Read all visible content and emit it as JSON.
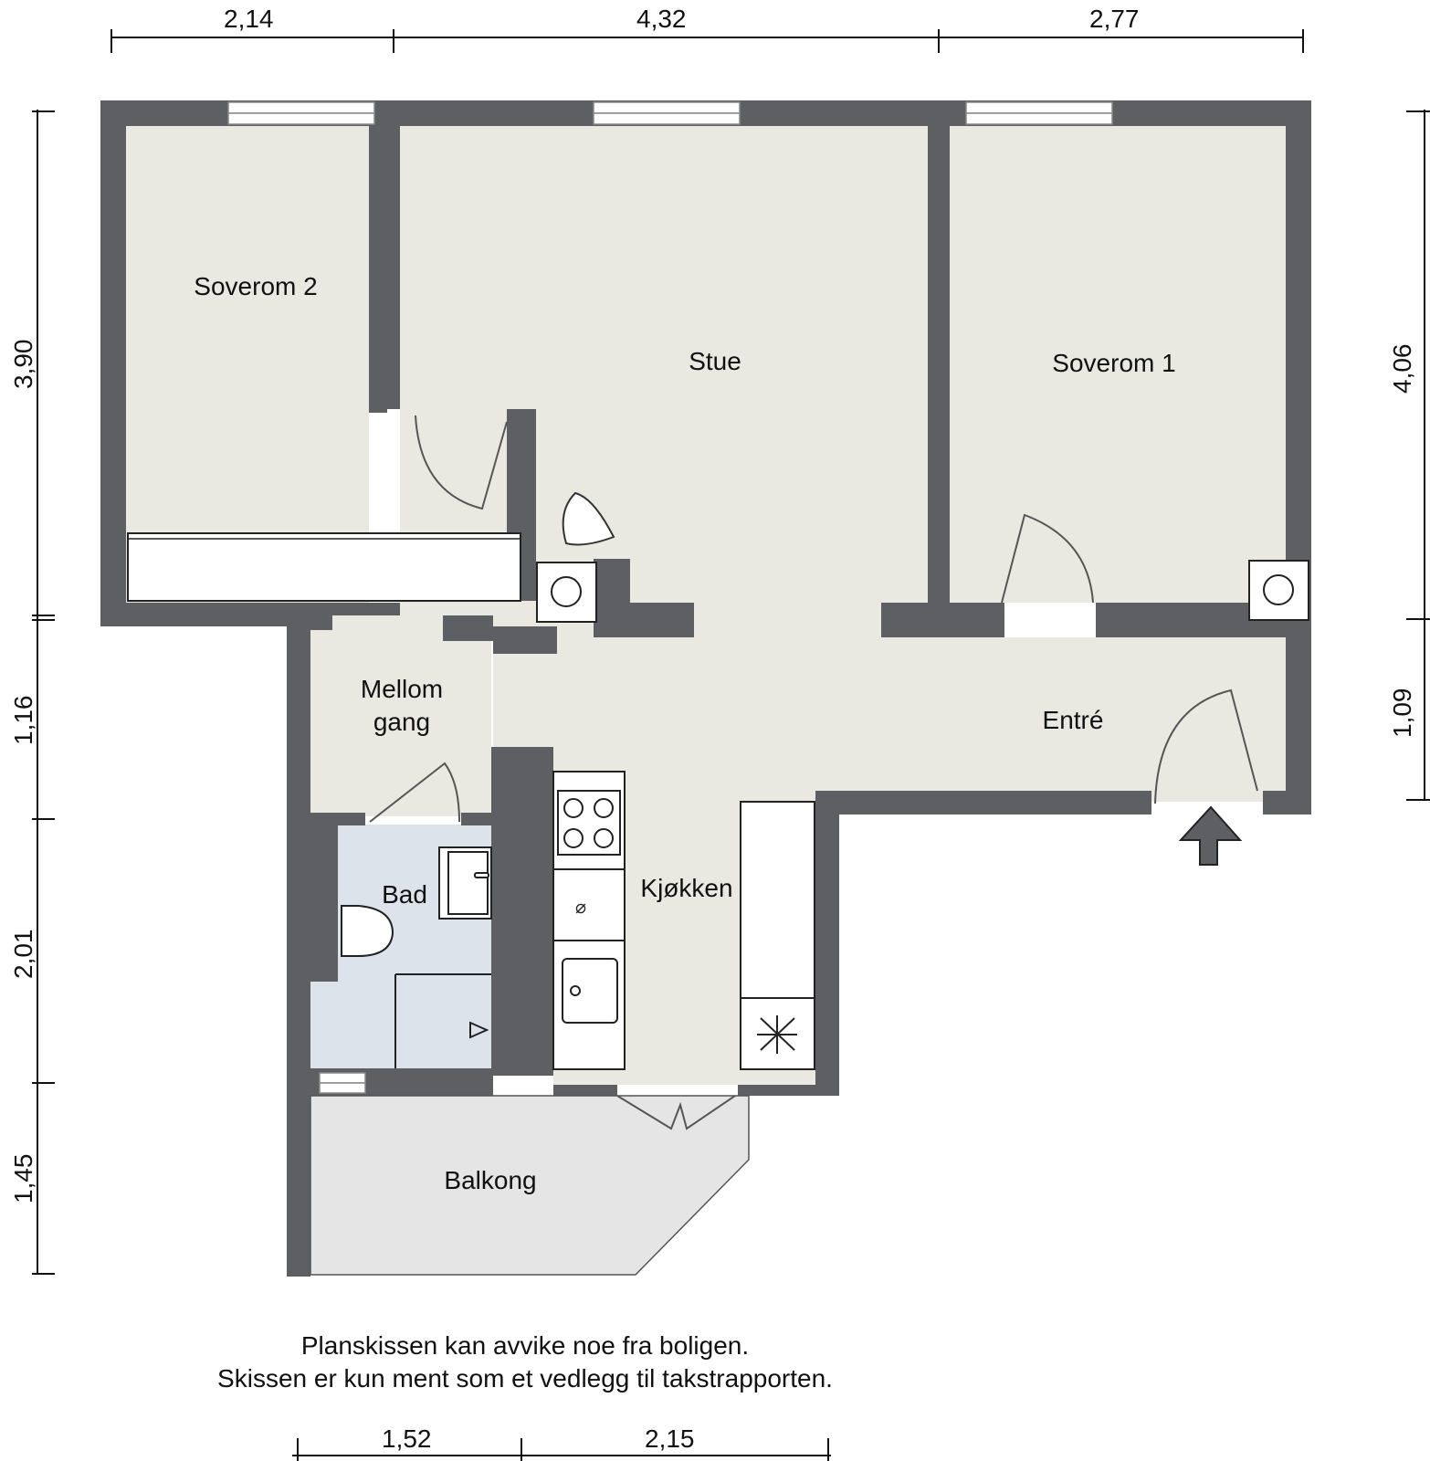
{
  "colors": {
    "wall": "#5d5f63",
    "floor": "#e9e9e2",
    "bath_floor": "#dde3ea",
    "balcony_floor": "#e5e5e5",
    "fixture": "#ffffff"
  },
  "rooms": {
    "soverom2": "Soverom 2",
    "stue": "Stue",
    "soverom1": "Soverom 1",
    "mellomgang_line1": "Mellom",
    "mellomgang_line2": "gang",
    "entre": "Entré",
    "bad": "Bad",
    "kjokken": "Kjøkken",
    "balkong": "Balkong"
  },
  "dimensions": {
    "top": [
      "2,14",
      "4,32",
      "2,77"
    ],
    "left": [
      "3,90",
      "1,16",
      "2,01",
      "1,45"
    ],
    "right": [
      "4,06",
      "1,09"
    ],
    "bottom": [
      "1,52",
      "2,15"
    ]
  },
  "disclaimer": {
    "line1": "Planskissen kan avvike noe fra boligen.",
    "line2": "Skissen er kun ment som et vedlegg til takstrapporten."
  },
  "icons": {
    "entrance": "entrance-arrow-icon"
  }
}
